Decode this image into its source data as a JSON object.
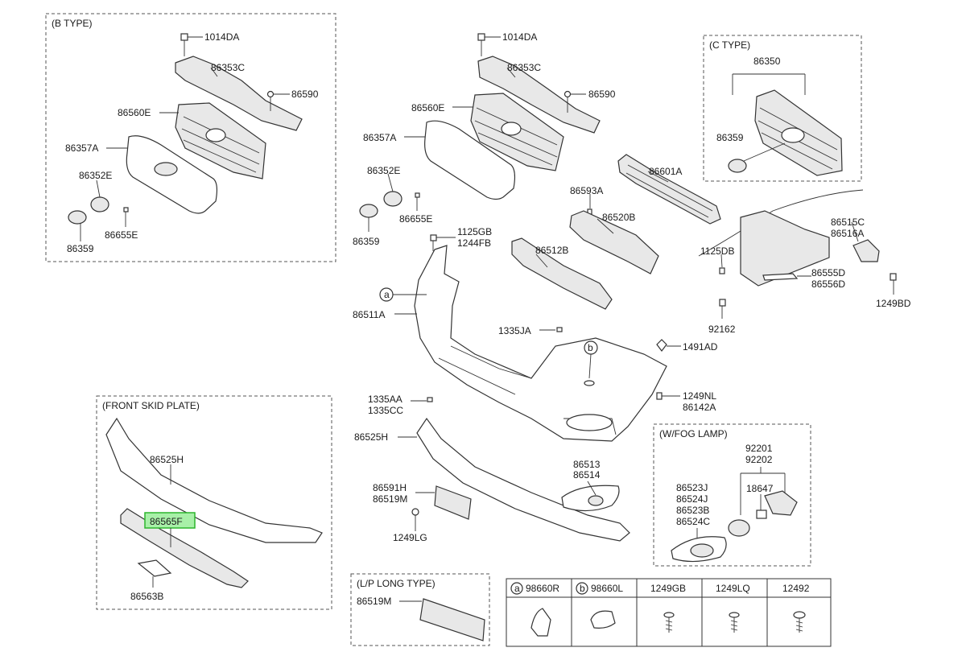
{
  "boxes": {
    "b_type": "(B TYPE)",
    "c_type": "(C TYPE)",
    "front_skid": "(FRONT SKID PLATE)",
    "fog_lamp": "(W/FOG LAMP)",
    "lp_long": "(L/P LONG TYPE)"
  },
  "b_type_parts": {
    "p1014da": "1014DA",
    "p86353c": "86353C",
    "p86590": "86590",
    "p86560e": "86560E",
    "p86357a": "86357A",
    "p86352e": "86352E",
    "p86655e": "86655E",
    "p86359": "86359"
  },
  "main_parts": {
    "p1014da": "1014DA",
    "p86353c": "86353C",
    "p86590": "86590",
    "p86560e": "86560E",
    "p86357a": "86357A",
    "p86352e": "86352E",
    "p86655e": "86655E",
    "p86359": "86359",
    "p86601a": "86601A",
    "p86593a": "86593A",
    "p86520b": "86520B",
    "p1125gb": "1125GB",
    "p1244fb": "1244FB",
    "p86512b": "86512B",
    "p86511a": "86511A",
    "p1335ja": "1335JA",
    "p1491ad": "1491AD",
    "p1335aa": "1335AA",
    "p1335cc": "1335CC",
    "p1249nl": "1249NL",
    "p86142a": "86142A",
    "p86525h": "86525H",
    "p86513": "86513",
    "p86514": "86514",
    "p86591h": "86591H",
    "p86519m": "86519M",
    "p1249lg": "1249LG",
    "p86515c": "86515C",
    "p86516a": "86516A",
    "p1125db": "1125DB",
    "p86555d": "86555D",
    "p86556d": "86556D",
    "p1249bd": "1249BD",
    "p92162": "92162",
    "callout_a": "a",
    "callout_b": "b"
  },
  "c_type_parts": {
    "p86350": "86350",
    "p86359": "86359"
  },
  "skid_parts": {
    "p86525h": "86525H",
    "p86565f": "86565F",
    "p86563b": "86563B"
  },
  "fog_parts": {
    "p92201": "92201",
    "p92202": "92202",
    "p18647": "18647",
    "p86523j": "86523J",
    "p86524j": "86524J",
    "p86523b": "86523B",
    "p86524c": "86524C"
  },
  "lp_parts": {
    "p86519m": "86519M"
  },
  "fastener_table": {
    "headers": [
      {
        "circle": "a",
        "code": "98660R"
      },
      {
        "circle": "b",
        "code": "98660L"
      },
      {
        "circle": "",
        "code": "1249GB"
      },
      {
        "circle": "",
        "code": "1249LQ"
      },
      {
        "circle": "",
        "code": "12492"
      }
    ]
  },
  "highlight": {
    "part": "86565F",
    "color": "#a8f0a8"
  }
}
